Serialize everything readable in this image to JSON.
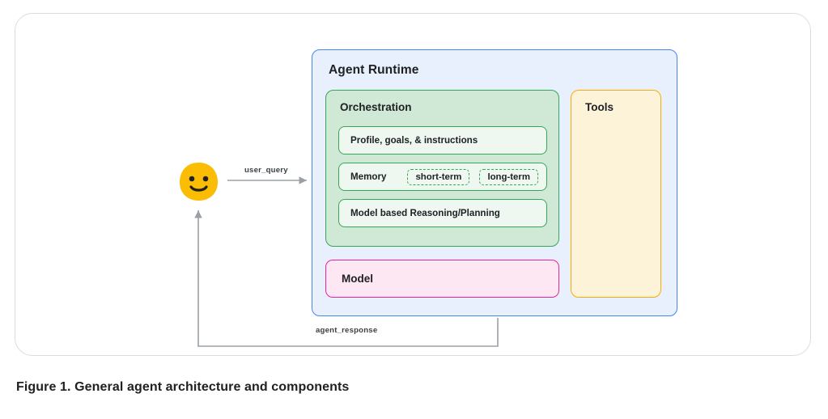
{
  "figure": {
    "caption": "Figure 1. General agent architecture and components"
  },
  "diagram": {
    "actor": {
      "name": "user-avatar",
      "icon": "smiley-face-icon",
      "color": "#fbbc04"
    },
    "flows": [
      {
        "id": "user_query",
        "label": "user_query",
        "from": "user-avatar",
        "to": "agent-runtime",
        "direction": "right"
      },
      {
        "id": "agent_response",
        "label": "agent_response",
        "from": "agent-runtime",
        "to": "user-avatar",
        "direction": "left-up"
      }
    ],
    "runtime": {
      "title": "Agent Runtime",
      "border_color": "#4285f4",
      "fill_color": "#e8f0fe"
    },
    "orchestration": {
      "title": "Orchestration",
      "border_color": "#34a853",
      "fill_color": "#cfe9d6",
      "rows": [
        {
          "label": "Profile, goals, & instructions",
          "chips": []
        },
        {
          "label": "Memory",
          "chips": [
            "short-term",
            "long-term"
          ]
        },
        {
          "label": "Model based Reasoning/Planning",
          "chips": []
        }
      ]
    },
    "model": {
      "title": "Model",
      "border_color": "#e5269b",
      "fill_color": "#fde7f3"
    },
    "tools": {
      "title": "Tools",
      "border_color": "#f9ab00",
      "fill_color": "#fdf3d8"
    }
  }
}
